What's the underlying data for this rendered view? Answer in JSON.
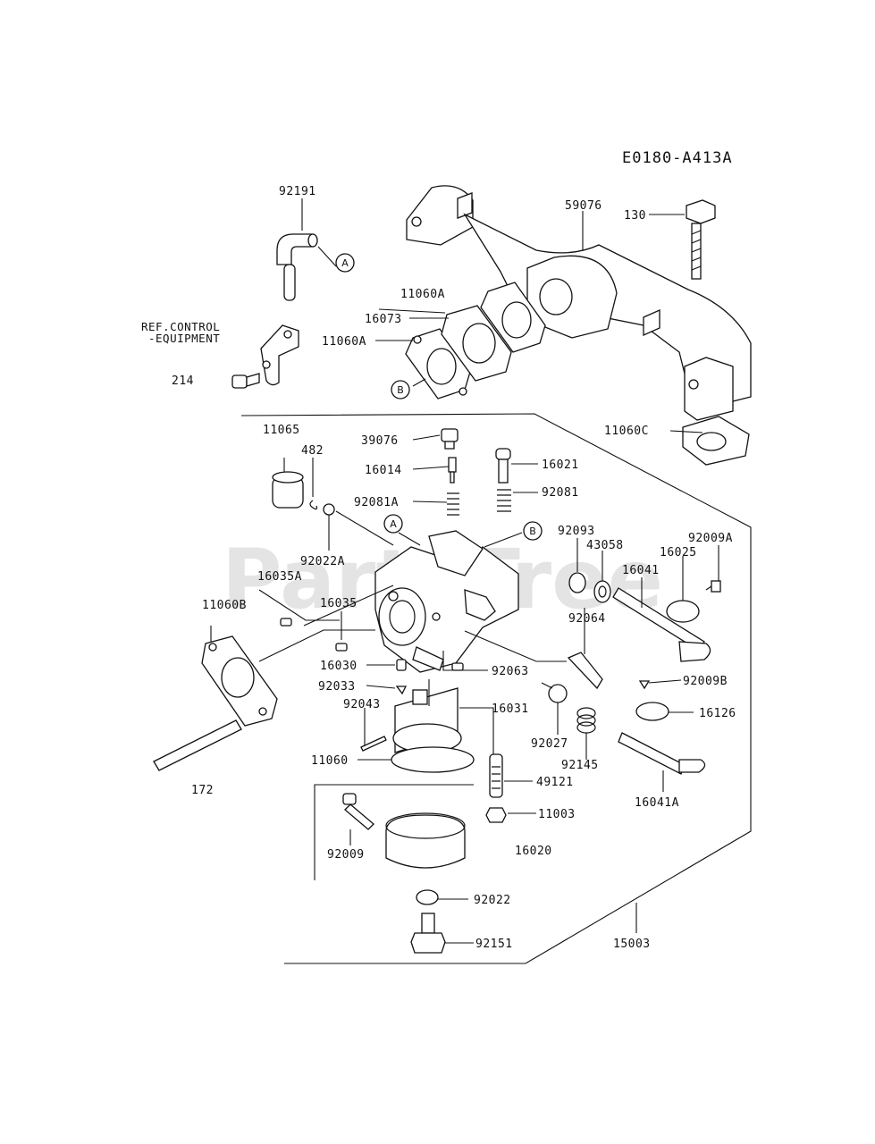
{
  "diagram_code": "E0180-A413A",
  "watermark": "PartsTree",
  "reference_note": {
    "line1": "REF.CONTROL",
    "line2": "-EQUIPMENT"
  },
  "callouts": [
    "A",
    "B"
  ],
  "part_numbers": {
    "p92191": "92191",
    "p59076": "59076",
    "p130": "130",
    "p11060A_top": "11060A",
    "p16073": "16073",
    "p11060A_mid": "11060A",
    "p214": "214",
    "p11065": "11065",
    "p482": "482",
    "p39076": "39076",
    "p16014": "16014",
    "p16021": "16021",
    "p92081A": "92081A",
    "p92081": "92081",
    "p11060C": "11060C",
    "p92022A": "92022A",
    "p16035A": "16035A",
    "p92093": "92093",
    "p43058": "43058",
    "p16025": "16025",
    "p92009A": "92009A",
    "p16041": "16041",
    "p11060B": "11060B",
    "p16035": "16035",
    "p92064": "92064",
    "p16030": "16030",
    "p92063": "92063",
    "p92033": "92033",
    "p92009B": "92009B",
    "p92043": "92043",
    "p16031": "16031",
    "p16126": "16126",
    "p92027": "92027",
    "p92145": "92145",
    "p11060": "11060",
    "p49121": "49121",
    "p172": "172",
    "p16041A": "16041A",
    "p11003": "11003",
    "p92009": "92009",
    "p16020": "16020",
    "p92022": "92022",
    "p15003": "15003",
    "p92151": "92151"
  }
}
